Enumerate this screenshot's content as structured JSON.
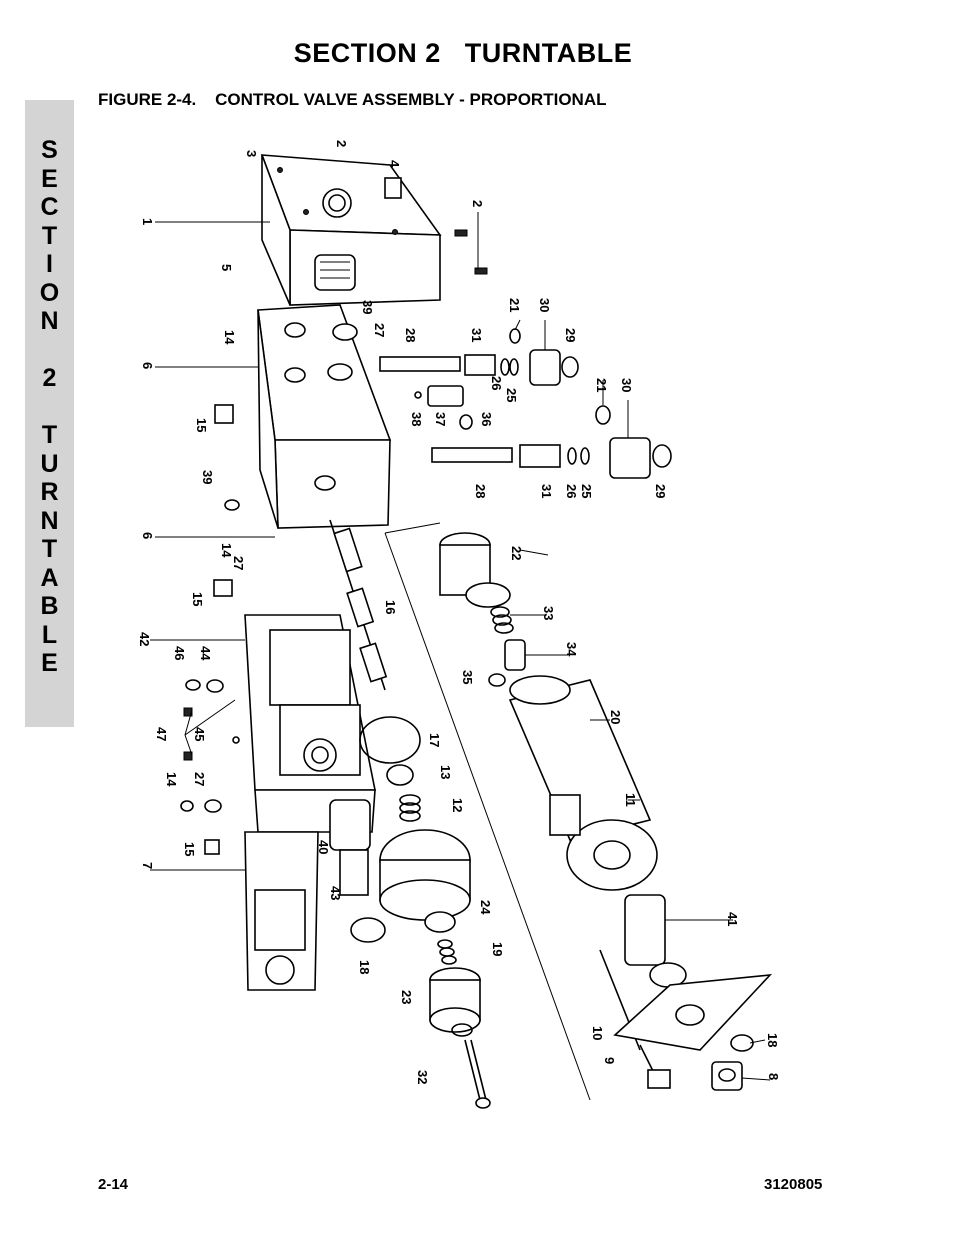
{
  "header": {
    "section_title": "SECTION 2   TURNTABLE",
    "figure_title": "FIGURE 2-4.    CONTROL VALVE ASSEMBLY - PROPORTIONAL"
  },
  "side_tab": {
    "letters": [
      "S",
      "E",
      "C",
      "T",
      "I",
      "O",
      "N",
      "",
      "2",
      "",
      "T",
      "U",
      "R",
      "N",
      "T",
      "A",
      "B",
      "L",
      "E"
    ]
  },
  "callouts": {
    "c3": "3",
    "c2a": "2",
    "c4": "4",
    "c2b": "2",
    "c1": "1",
    "c5": "5",
    "c39a": "39",
    "c27a": "27",
    "c14a": "14",
    "c6a": "6",
    "c28a": "28",
    "c31a": "31",
    "c21a": "21",
    "c30a": "30",
    "c29a": "29",
    "c26a": "26",
    "c25a": "25",
    "c38": "38",
    "c37": "37",
    "c36": "36",
    "c21b": "21",
    "c30b": "30",
    "c15a": "15",
    "c28b": "28",
    "c31b": "31",
    "c26b": "26",
    "c25b": "25",
    "c29b": "29",
    "c39b": "39",
    "c6b": "6",
    "c14b": "14",
    "c27b": "27",
    "c22": "22",
    "c15b": "15",
    "c16": "16",
    "c33": "33",
    "c42": "42",
    "c46": "46",
    "c44": "44",
    "c34": "34",
    "c35": "35",
    "c20": "20",
    "c47": "47",
    "c45": "45",
    "c17": "17",
    "c13": "13",
    "c14c": "14",
    "c27c": "27",
    "c12": "12",
    "c11": "11",
    "c15c": "15",
    "c40": "40",
    "c7": "7",
    "c43": "43",
    "c24": "24",
    "c41": "41",
    "c19": "19",
    "c18a": "18",
    "c23": "23",
    "c10": "10",
    "c18b": "18",
    "c9": "9",
    "c32": "32",
    "c8": "8"
  },
  "footer": {
    "page_number": "2-14",
    "document_number": "3120805"
  }
}
